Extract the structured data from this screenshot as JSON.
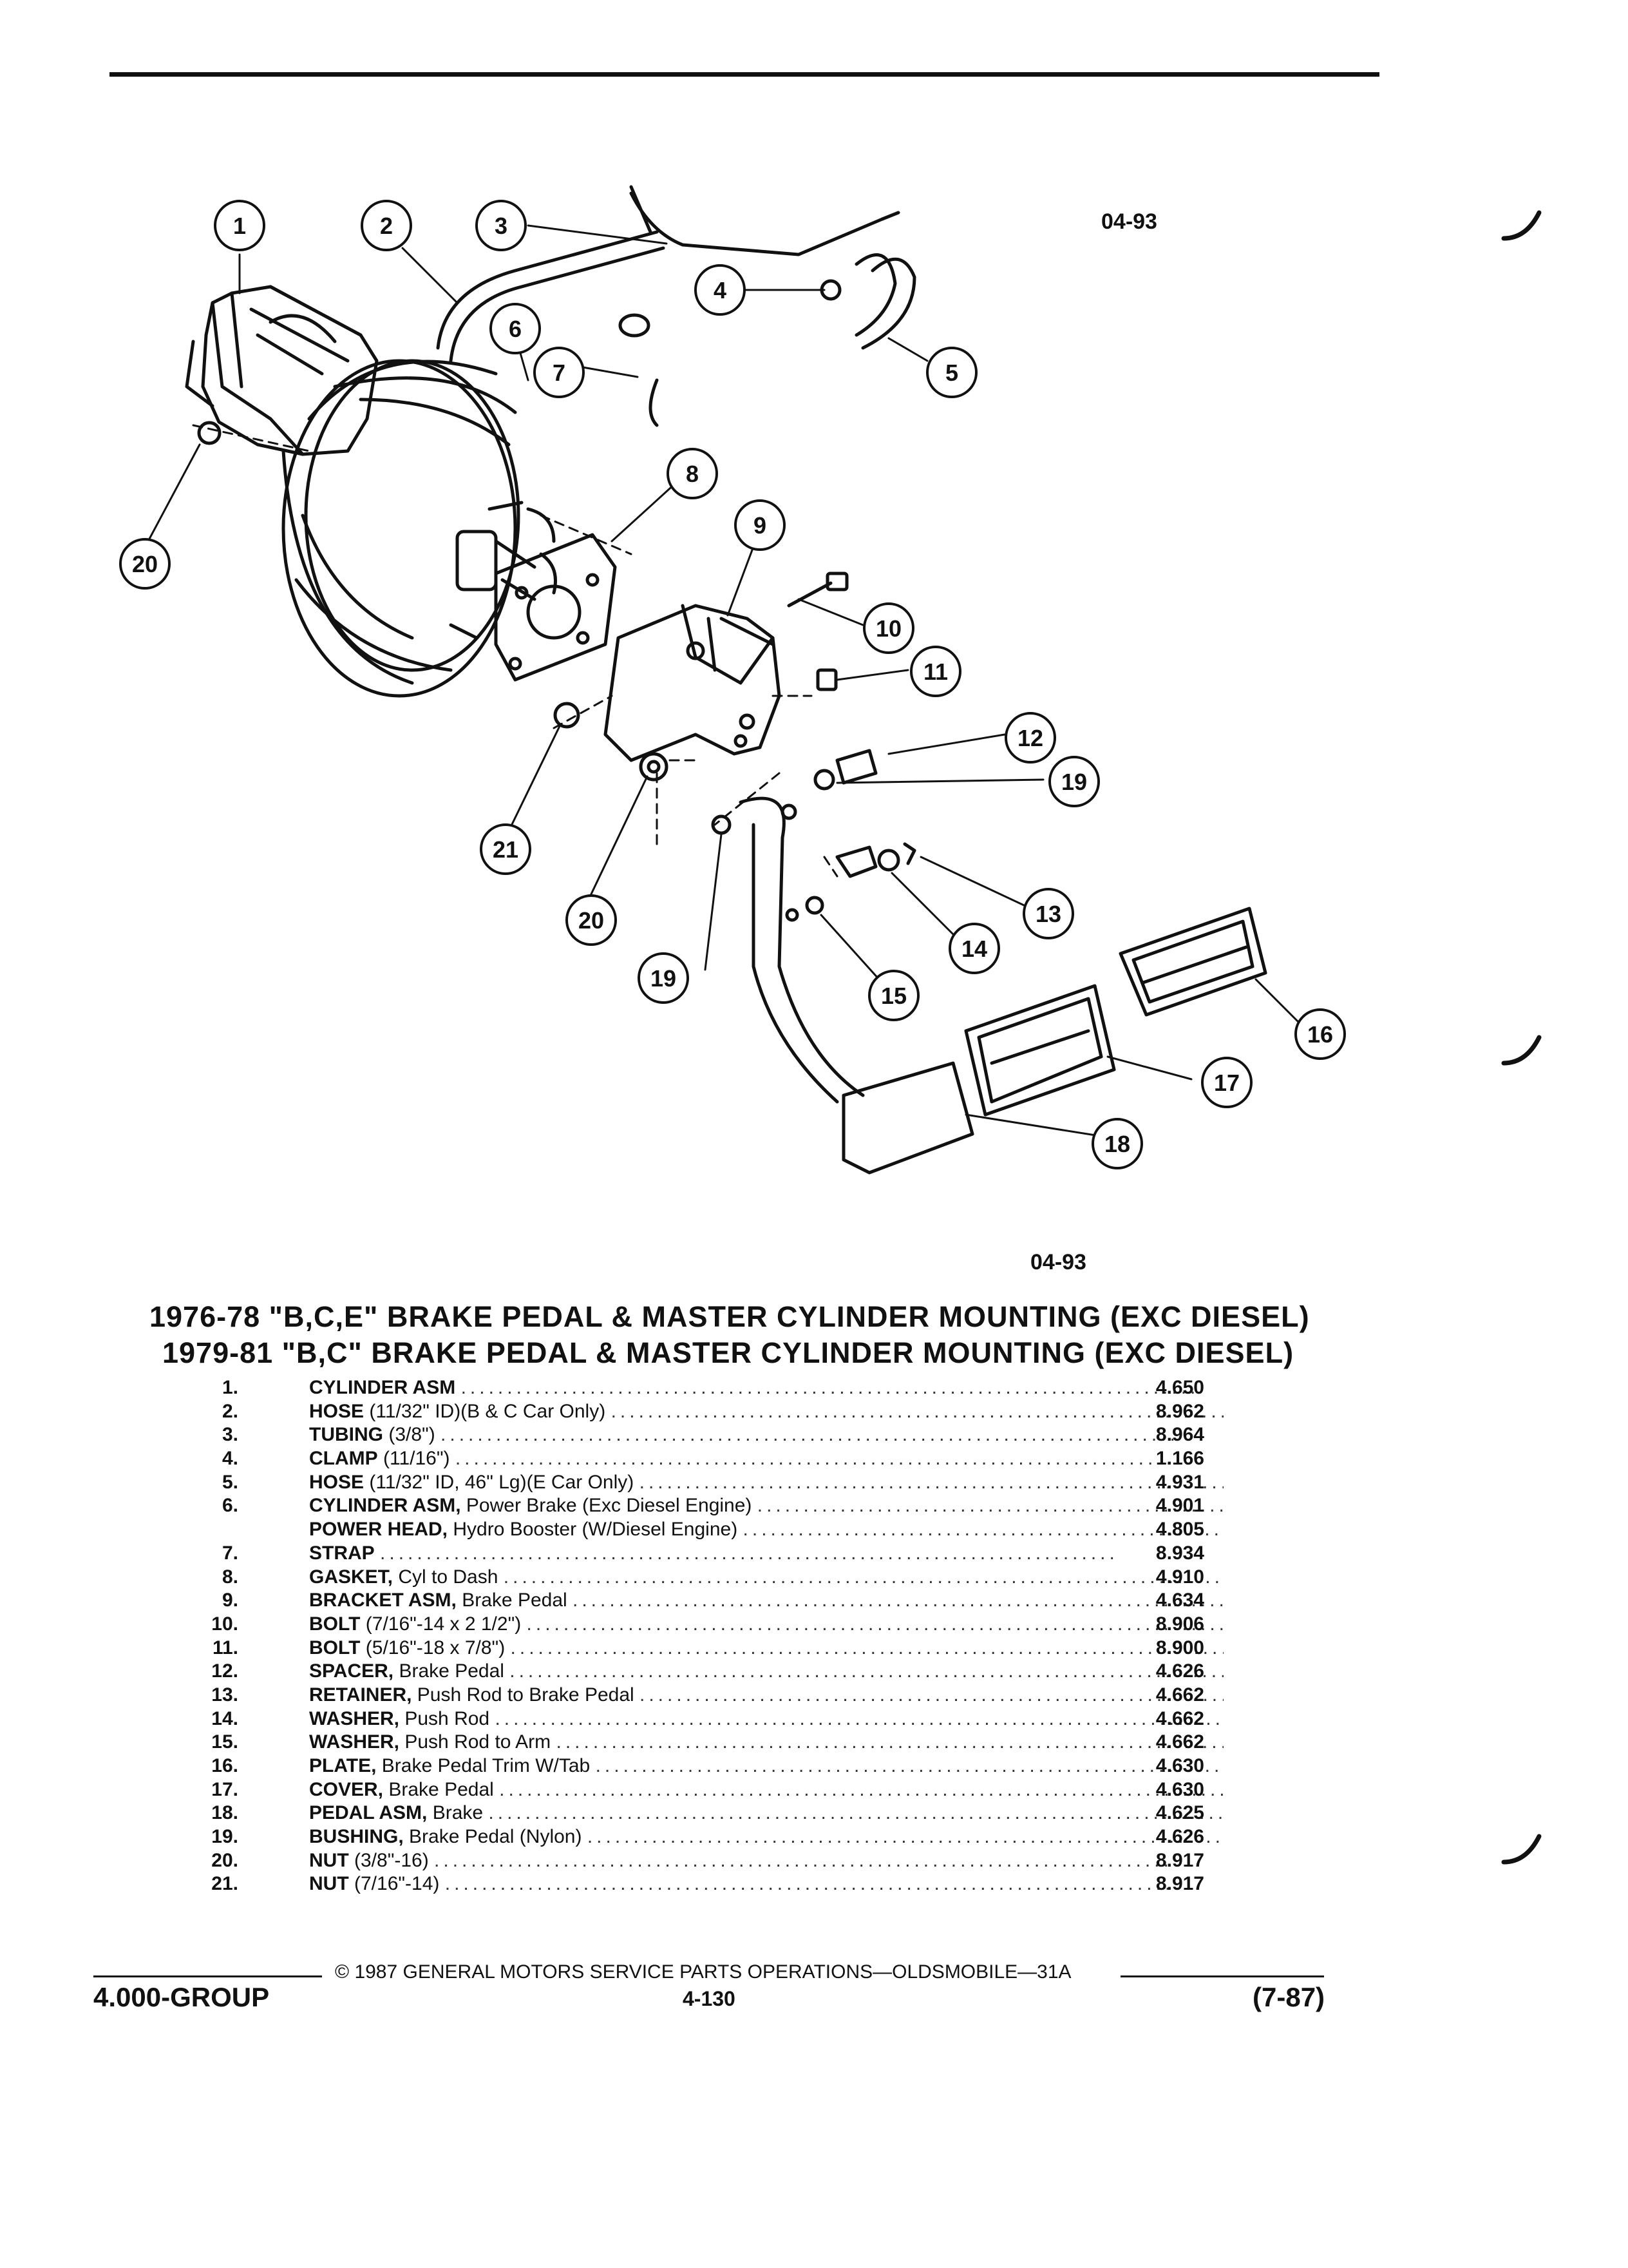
{
  "figure": {
    "code_top": "04-93",
    "code_bottom": "04-93",
    "callouts": [
      "1",
      "2",
      "3",
      "4",
      "5",
      "6",
      "7",
      "8",
      "9",
      "10",
      "11",
      "12",
      "13",
      "14",
      "15",
      "16",
      "17",
      "18",
      "19",
      "20",
      "21"
    ]
  },
  "title": {
    "line1": "1976-78 \"B,C,E\" BRAKE PEDAL & MASTER CYLINDER MOUNTING (EXC DIESEL)",
    "line2": "1979-81 \"B,C\" BRAKE PEDAL & MASTER CYLINDER MOUNTING (EXC DIESEL)"
  },
  "parts": [
    {
      "num": "1.",
      "name": "CYLINDER ASM",
      "desc": "",
      "code": "4.650"
    },
    {
      "num": "2.",
      "name": "HOSE",
      "desc": "(11/32\" ID)(B & C Car Only)",
      "code": "8.962"
    },
    {
      "num": "3.",
      "name": "TUBING",
      "desc": "(3/8\")",
      "code": "8.964"
    },
    {
      "num": "4.",
      "name": "CLAMP",
      "desc": "(11/16\")",
      "code": "1.166"
    },
    {
      "num": "5.",
      "name": "HOSE",
      "desc": "(11/32\" ID, 46\" Lg)(E Car Only)",
      "code": "4.931"
    },
    {
      "num": "6.",
      "name": "CYLINDER ASM,",
      "desc": "Power Brake (Exc Diesel Engine)",
      "code": "4.901"
    },
    {
      "num": "",
      "name": "POWER HEAD,",
      "desc": "Hydro Booster (W/Diesel Engine)",
      "code": "4.805"
    },
    {
      "num": "7.",
      "name": "STRAP",
      "desc": "",
      "code": "8.934"
    },
    {
      "num": "8.",
      "name": "GASKET,",
      "desc": "Cyl to Dash",
      "code": "4.910"
    },
    {
      "num": "9.",
      "name": "BRACKET ASM,",
      "desc": "Brake Pedal",
      "code": "4.634"
    },
    {
      "num": "10.",
      "name": "BOLT",
      "desc": "(7/16\"-14 x 2 1/2\")",
      "code": "8.906"
    },
    {
      "num": "11.",
      "name": "BOLT",
      "desc": "(5/16\"-18 x 7/8\")",
      "code": "8.900"
    },
    {
      "num": "12.",
      "name": "SPACER,",
      "desc": "Brake Pedal",
      "code": "4.626"
    },
    {
      "num": "13.",
      "name": "RETAINER,",
      "desc": "Push Rod to Brake Pedal",
      "code": "4.662"
    },
    {
      "num": "14.",
      "name": "WASHER,",
      "desc": "Push Rod",
      "code": "4.662"
    },
    {
      "num": "15.",
      "name": "WASHER,",
      "desc": "Push Rod to Arm",
      "code": "4.662"
    },
    {
      "num": "16.",
      "name": "PLATE,",
      "desc": "Brake Pedal Trim W/Tab",
      "code": "4.630"
    },
    {
      "num": "17.",
      "name": "COVER,",
      "desc": "Brake Pedal",
      "code": "4.630"
    },
    {
      "num": "18.",
      "name": "PEDAL ASM,",
      "desc": "Brake",
      "code": "4.625"
    },
    {
      "num": "19.",
      "name": "BUSHING,",
      "desc": "Brake Pedal (Nylon)",
      "code": "4.626"
    },
    {
      "num": "20.",
      "name": "NUT",
      "desc": "(3/8\"-16)",
      "code": "8.917"
    },
    {
      "num": "21.",
      "name": "NUT",
      "desc": "(7/16\"-14)",
      "code": "8.917"
    }
  ],
  "footer": {
    "copyright": "© 1987 GENERAL MOTORS SERVICE PARTS OPERATIONS—OLDSMOBILE—31A",
    "group": "4.000-GROUP",
    "page": "4-130",
    "date": "(7-87)"
  }
}
